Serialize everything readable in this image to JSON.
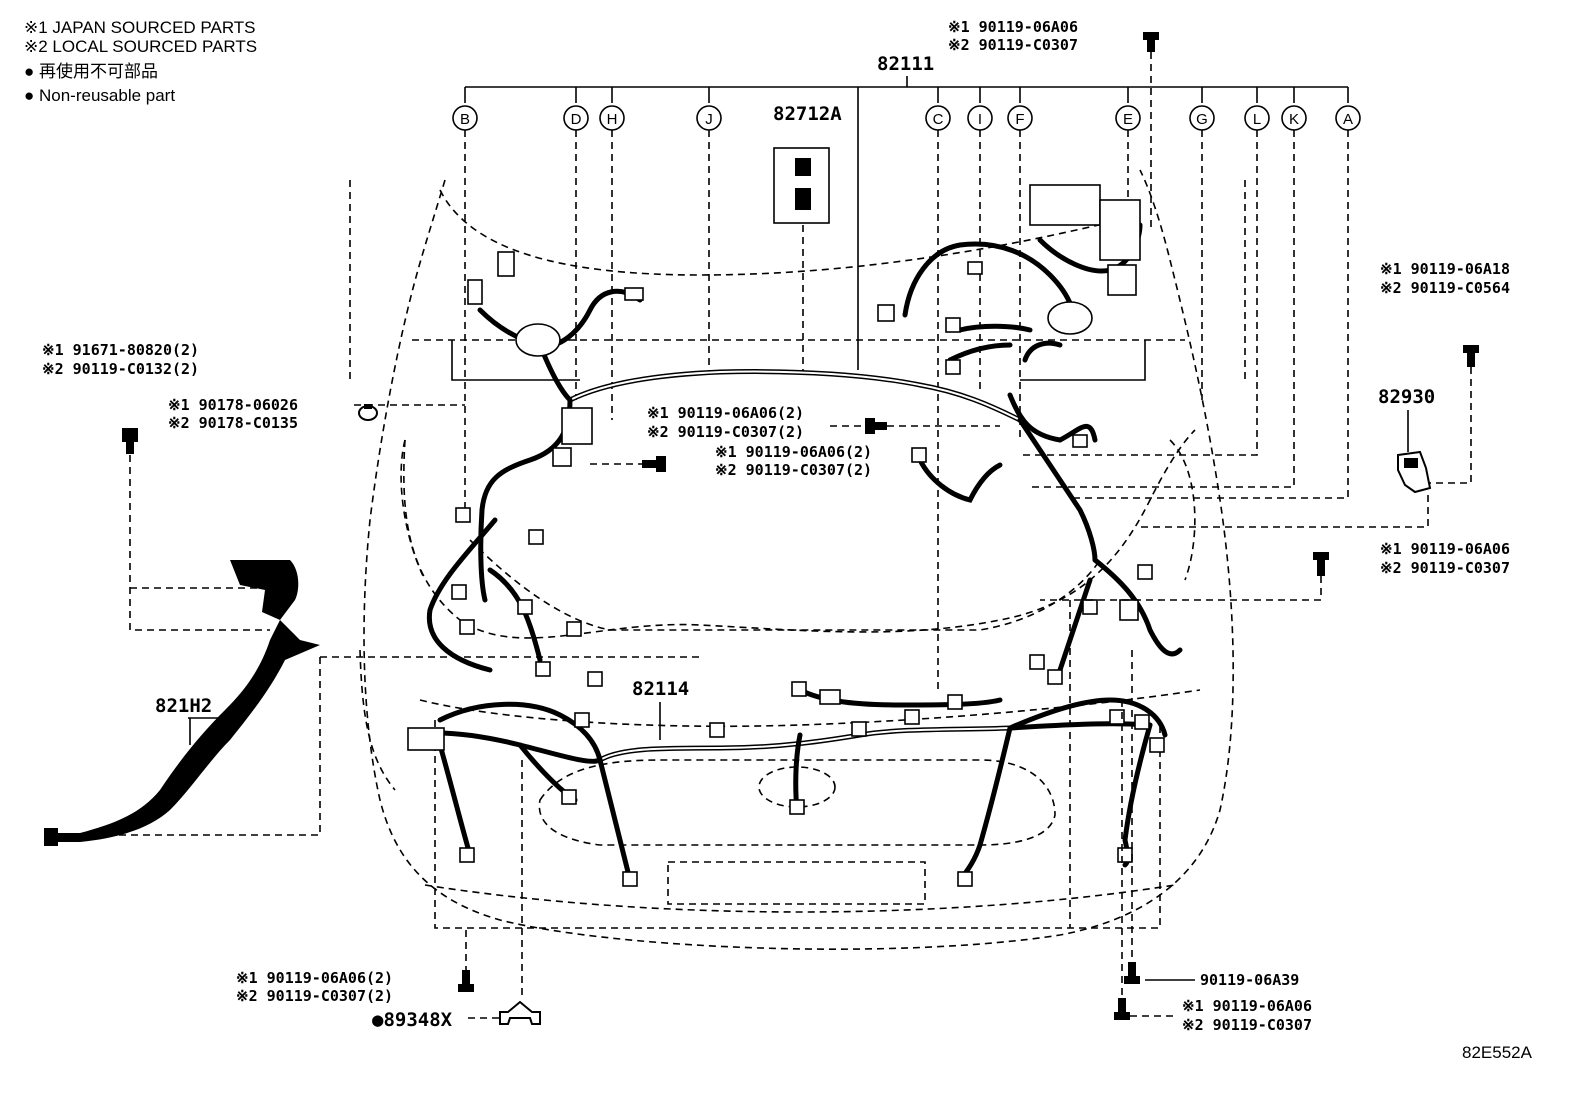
{
  "legend": {
    "line1": "※1 JAPAN SOURCED PARTS",
    "line2": "※2 LOCAL SOURCED PARTS",
    "line3": "● 再使用不可部品",
    "line4": "● Non-reusable part"
  },
  "main_part": "82111",
  "connector_letters": [
    "B",
    "D",
    "H",
    "J",
    "C",
    "I",
    "F",
    "E",
    "G",
    "L",
    "K",
    "A"
  ],
  "part_82712A": "82712A",
  "part_82114": "82114",
  "part_821H2": "821H2",
  "part_82930": "82930",
  "part_89348X": "●89348X",
  "diagram_code": "82E552A",
  "callouts": {
    "top_bolt_1": "※1 90119-06A06",
    "top_bolt_2": "※2 90119-C0307",
    "left_clip_1": "※1 91671-80820(2)",
    "left_clip_2": "※2 90119-C0132(2)",
    "clamp_1": "※1 90178-06026",
    "clamp_2": "※2 90178-C0135",
    "mid_bolt_a1": "※1 90119-06A06(2)",
    "mid_bolt_a2": "※2 90119-C0307(2)",
    "mid_bolt_b1": "※1 90119-06A06(2)",
    "mid_bolt_b2": "※2 90119-C0307(2)",
    "right_top_1": "※1 90119-06A18",
    "right_top_2": "※2 90119-C0564",
    "right_mid_1": "※1 90119-06A06",
    "right_mid_2": "※2 90119-C0307",
    "bottom_left_1": "※1 90119-06A06(2)",
    "bottom_left_2": "※2 90119-C0307(2)",
    "bottom_right_single": "90119-06A39",
    "bottom_right_1": "※1 90119-06A06",
    "bottom_right_2": "※2 90119-C0307"
  }
}
